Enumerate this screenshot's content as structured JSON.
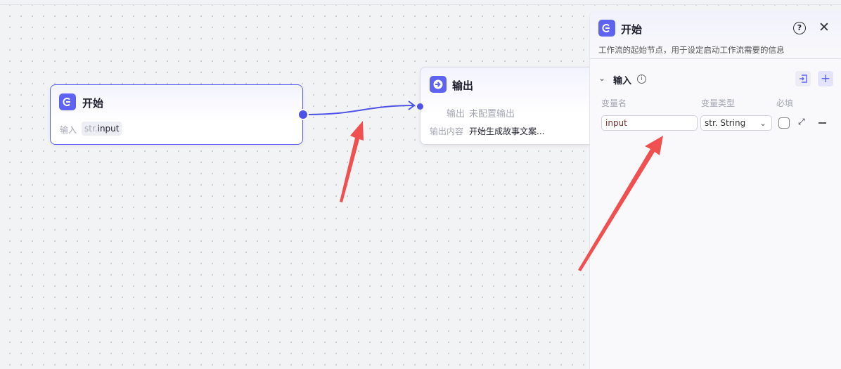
{
  "nodes": {
    "start": {
      "title": "开始",
      "input_label": "输入",
      "param_type": "str.",
      "param_name": "input"
    },
    "output": {
      "title": "输出",
      "output_label": "输出",
      "output_value": "未配置输出",
      "content_label": "输出内容",
      "content_value": "开始生成故事文案..."
    }
  },
  "panel": {
    "title": "开始",
    "description": "工作流的起始节点，用于设定启动工作流需要的信息",
    "section_title": "输入",
    "columns": [
      "变量名",
      "变量类型",
      "必填"
    ],
    "row": {
      "name": "input",
      "type": "str. String",
      "required": false
    }
  },
  "colors": {
    "accent": "#5f63f2",
    "annotation": "#f0504f"
  }
}
